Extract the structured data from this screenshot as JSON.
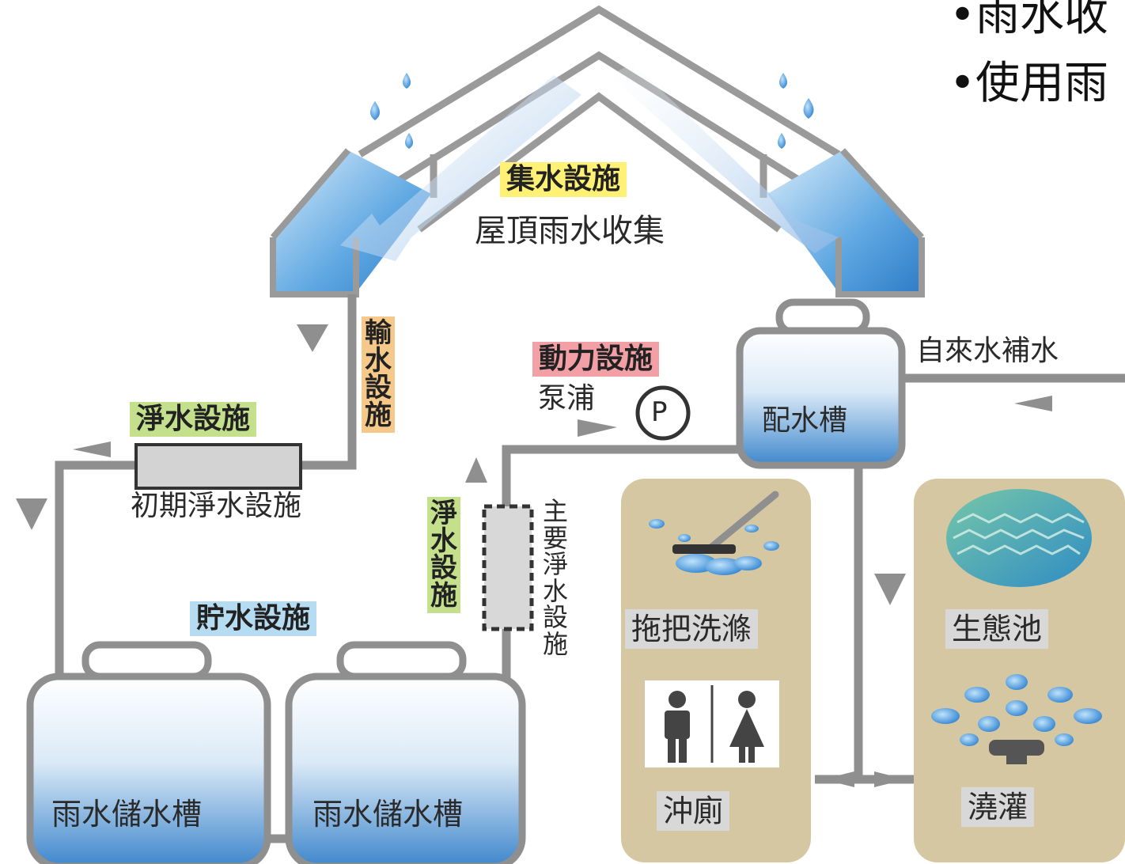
{
  "bullets": [
    "•雨水收",
    "•使用雨"
  ],
  "tags": {
    "collection": "集水設施",
    "conveyance": "輸水設施",
    "power": "動力設施",
    "purify_left": "淨水設施",
    "purify_main": "淨水設施",
    "storage": "貯水設施"
  },
  "labels": {
    "roof_collection": "屋頂雨水收集",
    "pump": "泵浦",
    "pump_symbol": "P",
    "distribution_tank": "配水槽",
    "tap_water": "自來水補水",
    "initial_filter": "初期淨水設施",
    "main_filter": "主要淨水設施",
    "tank_left": "雨水儲水槽",
    "tank_right": "雨水儲水槽"
  },
  "uses": {
    "mop": "拖把洗滌",
    "toilet": "沖廁",
    "pond": "生態池",
    "irrigation": "澆灌"
  },
  "colors": {
    "pipe": "#8f8f8f",
    "water_top": "#ffffff",
    "water_bottom": "#4f93d2",
    "tag_yellow": "#fff176",
    "tag_orange": "#f6c98a",
    "tag_red": "#f2a0a6",
    "tag_green": "#c4e08d",
    "tag_blue": "#b6dcf2",
    "panel_tan": "#d6c7a3"
  }
}
